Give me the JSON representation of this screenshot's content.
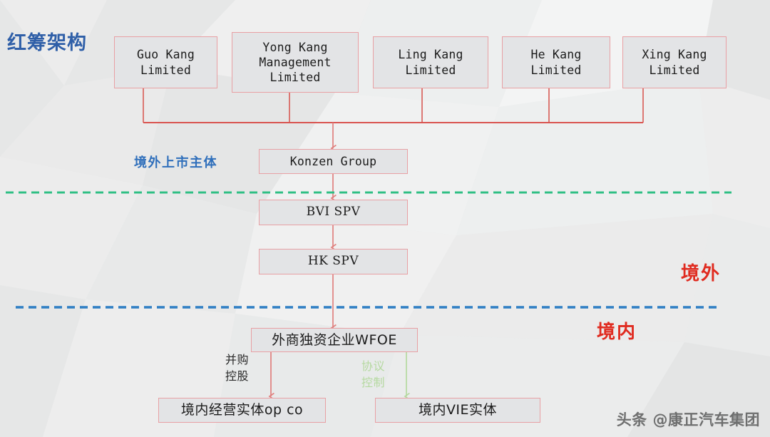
{
  "title": "红筹架构",
  "labels": {
    "offshore_listed_entity": "境外上市主体",
    "offshore_region": "境外",
    "onshore_region": "境内",
    "merger_control": "并购\n控股",
    "agreement_control": "协议\n控制"
  },
  "shareholders": [
    {
      "name": "Guo Kang\nLimited"
    },
    {
      "name": "Yong Kang\nManagement\nLimited"
    },
    {
      "name": "Ling Kang\nLimited"
    },
    {
      "name": "He Kang\nLimited"
    },
    {
      "name": "Xing Kang\nLimited"
    }
  ],
  "entities": {
    "konzen": "Konzen Group",
    "bvi_spv": "BVI   SPV",
    "hk_spv": "HK   SPV",
    "wfoe": "外商独资企业WFOE",
    "op_co": "境内经营实体op co",
    "vie": "境内VIE实体"
  },
  "dividers": {
    "green_line_name": "offshore-boundary-green-dashed",
    "blue_line_name": "onshore-boundary-blue-dashed"
  },
  "colors": {
    "box_border": "#e8a0a4",
    "box_fill": "#e3e4e6",
    "connector_red": "#e0564f",
    "connector_pink": "#e38f90",
    "connector_green": "#b5d9a0",
    "green_divider": "#2fbf84",
    "blue_divider": "#2f7fc4",
    "title_blue": "#2f5fa8",
    "region_red": "#e02b20",
    "background": "#e9eaea"
  },
  "watermark": "头条 @康正汽车集团"
}
